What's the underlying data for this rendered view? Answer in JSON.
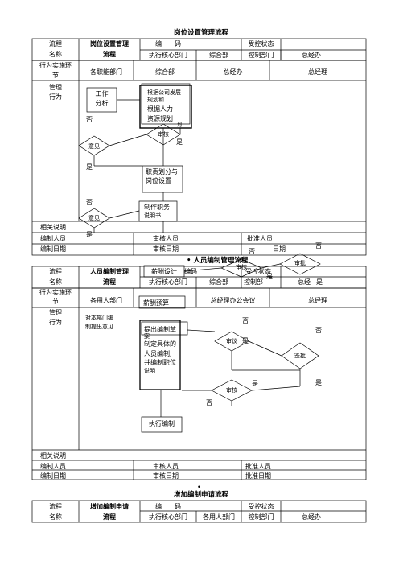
{
  "section1": {
    "title": "岗位设置管理流程",
    "hdr_flow": "流程",
    "hdr_name": "名称",
    "proc_line1": "岗位设置管理",
    "proc_line2": "流程",
    "code_label": "编　　码",
    "control_label": "受控状态",
    "exec_dept_label": "执行核心部门",
    "dept_a": "综合部",
    "dept_b": "控制部门",
    "dept_c": "总经办",
    "env_line1": "行为实施环",
    "env_line2": "节",
    "col1": "各职能部门",
    "col2": "综合部",
    "col3": "总经办",
    "col4": "总经理",
    "mgmt_line1": "管理",
    "mgmt_line2": "行为",
    "box_work1": "工作",
    "box_work2": "分析",
    "box_plan1": "根据公司发展",
    "box_plan2": "规划和",
    "box_plan3": "根据人力",
    "box_plan4": "资源规划",
    "box_plan5": "划",
    "box_duty1": "职责划分与",
    "box_duty2": "岗位设置",
    "box_job1": "制作职务",
    "box_job2": "说明书",
    "dia_review": "审核",
    "dia_opinion1": "意见",
    "dia_opinion2": "意见",
    "no": "否",
    "yes": "是",
    "rel_note": "相关说明",
    "drafter": "编制人员",
    "reviewer": "审核人员",
    "approver": "批准人员",
    "draft_date": "编制日期",
    "review_date": "审核日期",
    "approve_date": "日期",
    "pay_design": "薪酬设计",
    "dia_review2": "审核",
    "dia_approve": "审批"
  },
  "section2": {
    "title": "人员编制管理流程",
    "dot": "•",
    "hdr_flow": "流程",
    "hdr_name": "名称",
    "proc_line1": "人员编制管理",
    "proc_line2": "流程",
    "code_label": "编码",
    "control_label": "受控状态",
    "exec_dept_label": "执行核心部门",
    "dept_a": "综合部",
    "dept_b": "控制部",
    "dept_c": "总经",
    "env_line1": "行为实施环",
    "env_line2": "节",
    "col1": "各用人部门",
    "col2": "薪酬预算",
    "col3": "总经理办公会议",
    "col4": "总经理",
    "mgmt_line1": "管理",
    "mgmt_line2": "行为",
    "opinion1": "对本部门编",
    "opinion2": "制提出意见",
    "box_propose1": "提出编制草",
    "box_propose2": "案",
    "box_set1": "制定具体的",
    "box_set2": "人员编制,",
    "box_set3": "并编制职位",
    "box_set4": "说明",
    "dia_deliberate": "审议",
    "dia_sign": "签批",
    "dia_review": "审核",
    "box_exec": "执行编制",
    "no": "否",
    "yes": "是",
    "rel_note": "相关说明",
    "drafter": "编制人员",
    "reviewer": "审核人员",
    "approver": "批准人员",
    "draft_date": "编制日期",
    "review_date": "审核日期",
    "approve_date": "批准日期"
  },
  "section3": {
    "dot": "•",
    "title": "增加编制申请流程",
    "hdr_flow": "流程",
    "hdr_name": "名称",
    "proc_line1": "增加编制申请",
    "proc_line2": "流程",
    "code_label": "编　　码",
    "control_label": "受控状态",
    "exec_dept_label": "执行核心部门",
    "dept_a": "各用人部门",
    "dept_b": "控制部门",
    "dept_c": "总经办"
  }
}
